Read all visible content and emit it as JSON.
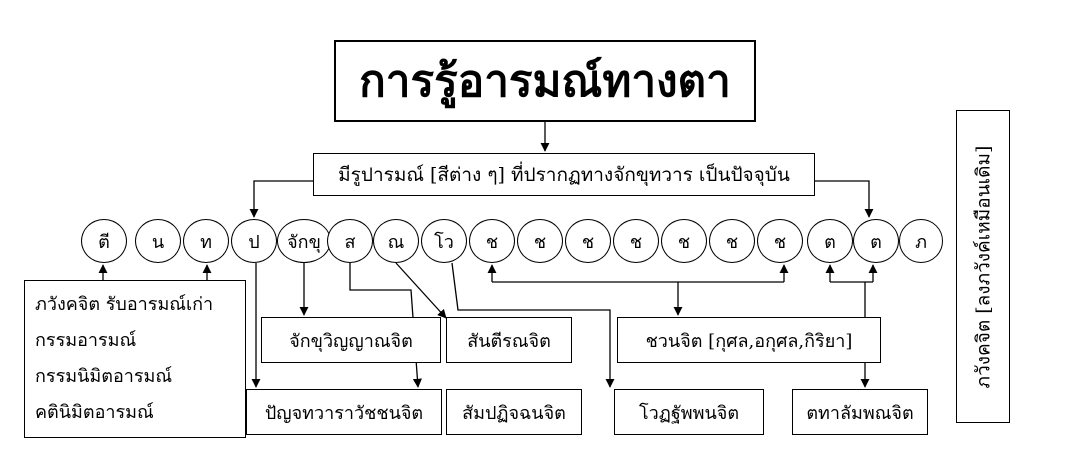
{
  "title": "การรู้อารมณ์ทางตา",
  "source_label": "มีรูปารมณ์ [สีต่าง ๆ] ที่ปรากฏทางจักขุทวาร เป็นปัจจุบัน",
  "bhavanga_label": "ภวังคจิต [ลงภวังค์เหมือนเดิม]",
  "old_object": {
    "lines": [
      "ภวังคจิต รับอารมณ์เก่า",
      "กรรมอารมณ์",
      "กรรมนิมิตอารมณ์",
      "คตินิมิตอารมณ์"
    ]
  },
  "nodes": [
    "ตี",
    "น",
    "ท",
    "ป",
    "จักขุ",
    "ส",
    "ณ",
    "โว",
    "ช",
    "ช",
    "ช",
    "ช",
    "ช",
    "ช",
    "ช",
    "ต",
    "ต",
    "ภ"
  ],
  "boxes": {
    "cakkhu": "จักขุวิญญาณจิต",
    "santirana": "สันตีรณจิต",
    "javana": "ชวนจิต [กุศล,อกุศล,กิริยา]",
    "pancadvara": "ปัญจทวาราวัชชนจิต",
    "sampaticchana": "สัมปฏิจฉนจิต",
    "votthappana": "โวฏฐัพพนจิต",
    "tadalambana": "ตทาลัมพณจิต"
  }
}
